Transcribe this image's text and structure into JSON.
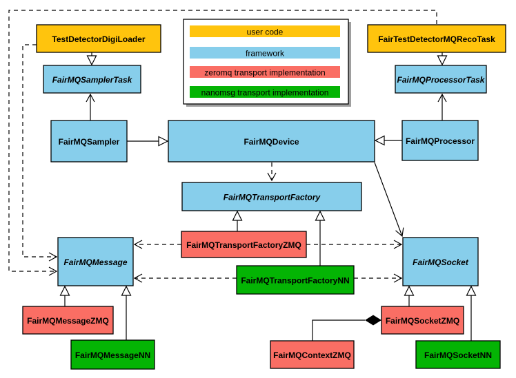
{
  "diagram_type": "uml-class-diagram",
  "colors": {
    "user_code": "#FFC40D",
    "framework": "#87CEEB",
    "zeromq": "#FA6E64",
    "nanomsg": "#04B404",
    "line": "#000000",
    "legend_bg": "#FFFFFF",
    "legend_shadow": "#9E9E9E",
    "background": "#FFFFFF"
  },
  "legend": {
    "items": [
      {
        "label": "user code",
        "color_key": "user_code"
      },
      {
        "label": "framework",
        "color_key": "framework"
      },
      {
        "label": "zeromq transport implementation",
        "color_key": "zeromq"
      },
      {
        "label": "nanomsg transport implementation",
        "color_key": "nanomsg"
      }
    ]
  },
  "nodes": {
    "testDetectorDigiLoader": {
      "label": "TestDetectorDigiLoader",
      "layer": "user code",
      "abstract": false
    },
    "fairTestDetectorMQRecoTask": {
      "label": "FairTestDetectorMQRecoTask",
      "layer": "user code",
      "abstract": false
    },
    "samplerTask": {
      "label": "FairMQSamplerTask",
      "layer": "framework",
      "abstract": true
    },
    "processorTask": {
      "label": "FairMQProcessorTask",
      "layer": "framework",
      "abstract": true
    },
    "sampler": {
      "label": "FairMQSampler",
      "layer": "framework",
      "abstract": false
    },
    "processor": {
      "label": "FairMQProcessor",
      "layer": "framework",
      "abstract": false
    },
    "device": {
      "label": "FairMQDevice",
      "layer": "framework",
      "abstract": false
    },
    "transportFactory": {
      "label": "FairMQTransportFactory",
      "layer": "framework",
      "abstract": true
    },
    "transportFactoryZMQ": {
      "label": "FairMQTransportFactoryZMQ",
      "layer": "zeromq",
      "abstract": false
    },
    "transportFactoryNN": {
      "label": "FairMQTransportFactoryNN",
      "layer": "nanomsg",
      "abstract": false
    },
    "message": {
      "label": "FairMQMessage",
      "layer": "framework",
      "abstract": true
    },
    "socket": {
      "label": "FairMQSocket",
      "layer": "framework",
      "abstract": true
    },
    "messageZMQ": {
      "label": "FairMQMessageZMQ",
      "layer": "zeromq",
      "abstract": false
    },
    "messageNN": {
      "label": "FairMQMessageNN",
      "layer": "nanomsg",
      "abstract": false
    },
    "socketZMQ": {
      "label": "FairMQSocketZMQ",
      "layer": "zeromq",
      "abstract": false
    },
    "socketNN": {
      "label": "FairMQSocketNN",
      "layer": "nanomsg",
      "abstract": false
    },
    "contextZMQ": {
      "label": "FairMQContextZMQ",
      "layer": "zeromq",
      "abstract": false
    }
  },
  "relations": [
    {
      "from": "TestDetectorDigiLoader",
      "to": "FairMQSamplerTask",
      "type": "inheritance"
    },
    {
      "from": "FairTestDetectorMQRecoTask",
      "to": "FairMQProcessorTask",
      "type": "inheritance"
    },
    {
      "from": "FairMQSampler",
      "to": "FairMQDevice",
      "type": "inheritance"
    },
    {
      "from": "FairMQProcessor",
      "to": "FairMQDevice",
      "type": "inheritance"
    },
    {
      "from": "FairMQTransportFactoryZMQ",
      "to": "FairMQTransportFactory",
      "type": "inheritance"
    },
    {
      "from": "FairMQTransportFactoryNN",
      "to": "FairMQTransportFactory",
      "type": "inheritance"
    },
    {
      "from": "FairMQMessageZMQ",
      "to": "FairMQMessage",
      "type": "inheritance"
    },
    {
      "from": "FairMQMessageNN",
      "to": "FairMQMessage",
      "type": "inheritance"
    },
    {
      "from": "FairMQSocketZMQ",
      "to": "FairMQSocket",
      "type": "inheritance"
    },
    {
      "from": "FairMQSocketNN",
      "to": "FairMQSocket",
      "type": "inheritance"
    },
    {
      "from": "FairMQSampler",
      "to": "FairMQSamplerTask",
      "type": "association"
    },
    {
      "from": "FairMQProcessor",
      "to": "FairMQProcessorTask",
      "type": "association"
    },
    {
      "from": "FairMQDevice",
      "to": "FairMQSocket",
      "type": "association"
    },
    {
      "from": "FairMQDevice",
      "to": "FairMQTransportFactory",
      "type": "dependency"
    },
    {
      "from": "TestDetectorDigiLoader",
      "to": "FairMQMessage",
      "type": "dependency"
    },
    {
      "from": "FairTestDetectorMQRecoTask",
      "to": "FairMQMessage",
      "type": "dependency"
    },
    {
      "from": "FairMQTransportFactoryZMQ",
      "to": "FairMQMessage",
      "type": "dependency"
    },
    {
      "from": "FairMQTransportFactoryZMQ",
      "to": "FairMQSocket",
      "type": "dependency"
    },
    {
      "from": "FairMQTransportFactoryNN",
      "to": "FairMQMessage",
      "type": "dependency"
    },
    {
      "from": "FairMQTransportFactoryNN",
      "to": "FairMQSocket",
      "type": "dependency"
    },
    {
      "from": "FairMQSocketZMQ",
      "to": "FairMQContextZMQ",
      "type": "composition"
    }
  ]
}
